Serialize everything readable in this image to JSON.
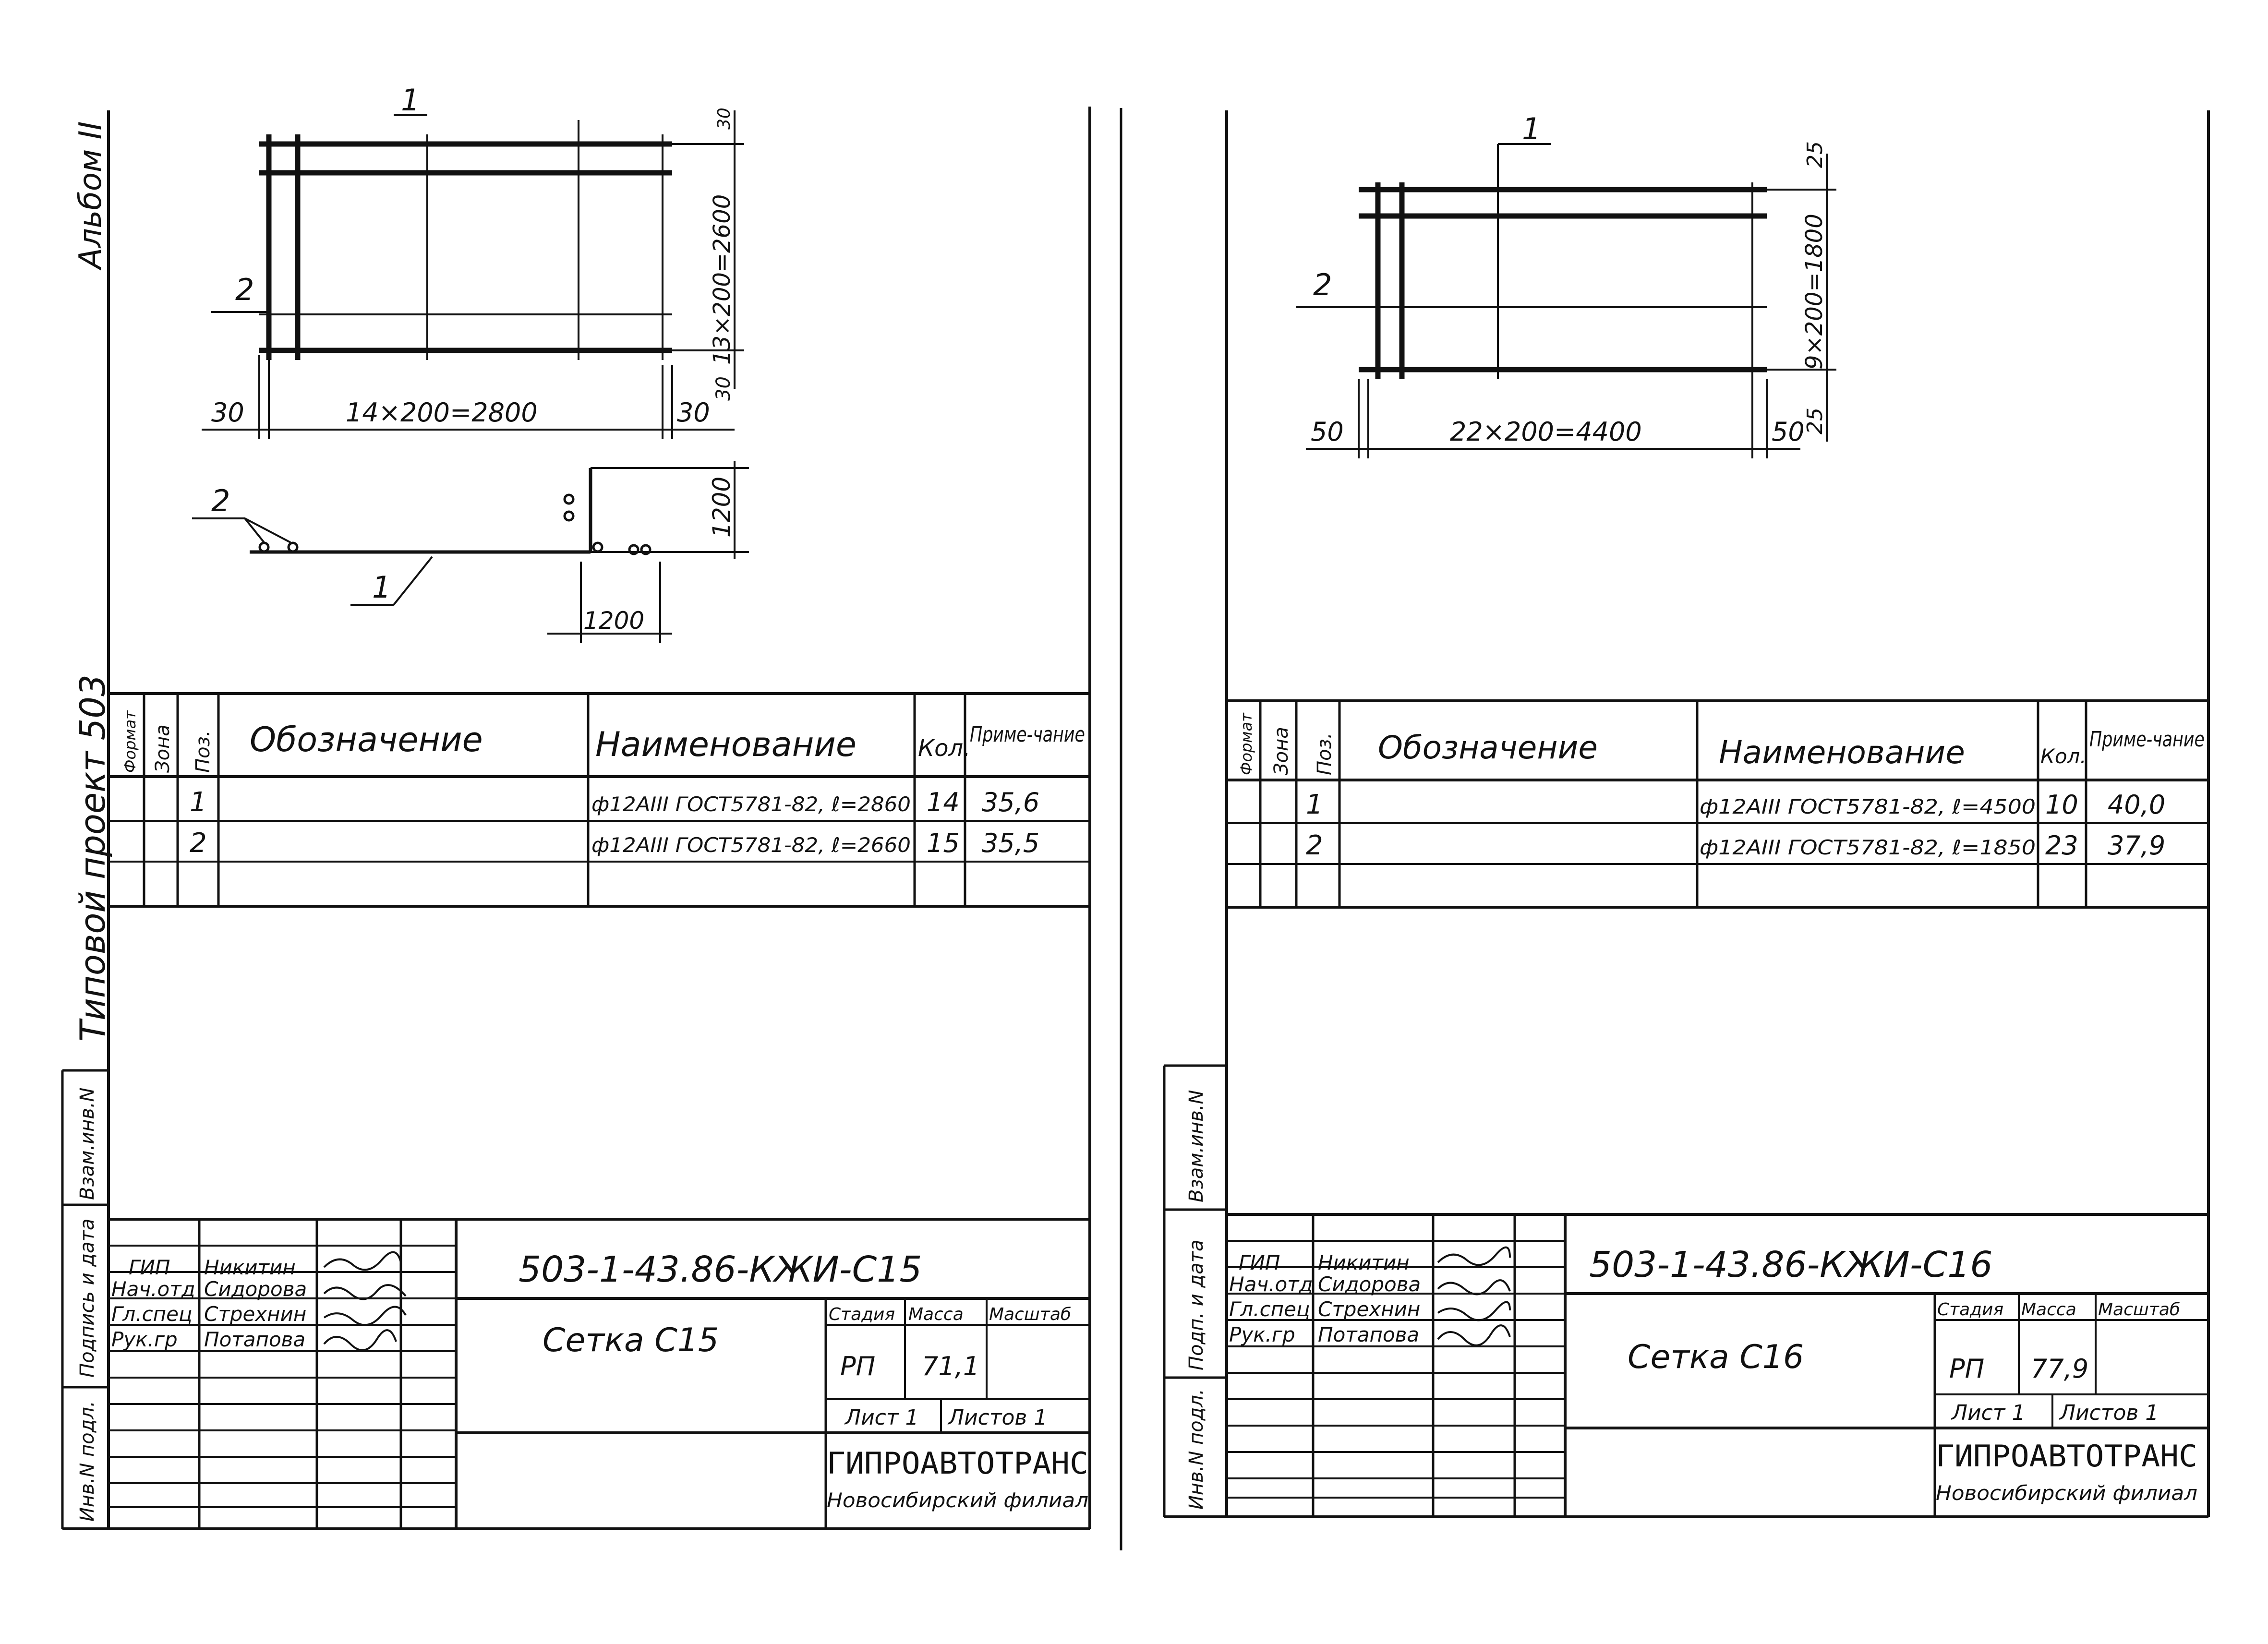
{
  "sheets": [
    {
      "side_album": "Альбом II",
      "side_project": "Типовой проект 503",
      "side_stamp": [
        "Инв.N подл.",
        "Подпись и дата",
        "Взам.инв.N"
      ],
      "plan_dims": {
        "left": "30",
        "span": "14×200=2800",
        "right": "30",
        "height": "13×200=2600",
        "top": "30",
        "bottom": "30"
      },
      "section_dims": {
        "height": "1200",
        "width": "1200"
      },
      "callouts": [
        "1",
        "2"
      ],
      "spec_headers": [
        "Формат",
        "Зона",
        "Поз.",
        "Обозначение",
        "Наименование",
        "Кол.",
        "Приме-чание"
      ],
      "spec_rows": [
        {
          "pos": "1",
          "name": "ф12AIII ГОСТ5781-82, ℓ=2860",
          "qty": "14",
          "note": "35,6"
        },
        {
          "pos": "2",
          "name": "ф12AIII ГОСТ5781-82, ℓ=2660",
          "qty": "15",
          "note": "35,5"
        }
      ],
      "signers": [
        {
          "role": "ГИП",
          "name": "Никитин"
        },
        {
          "role": "Нач.отд",
          "name": "Сидорова"
        },
        {
          "role": "Гл.спец",
          "name": "Стрехнин"
        },
        {
          "role": "Рук.гр",
          "name": "Потапова"
        }
      ],
      "doc_code": "503-1-43.86-КЖИ-С15",
      "title": "Сетка С15",
      "stage_label": "Стадия",
      "mass_label": "Масса",
      "scale_label": "Масштаб",
      "stage": "РП",
      "mass": "71,1",
      "sheet_label": "Лист 1",
      "sheets_label": "Листов 1",
      "org": "ГИПРОАВТОТРАНС",
      "branch": "Новосибирский филиал"
    },
    {
      "side_stamp": [
        "Инв.N подл.",
        "Подп. и дата",
        "Взам.инв.N"
      ],
      "plan_dims": {
        "left": "50",
        "span": "22×200=4400",
        "right": "50",
        "height": "9×200=1800",
        "top": "25",
        "bottom": "25"
      },
      "callouts": [
        "1",
        "2"
      ],
      "spec_headers": [
        "Формат",
        "Зона",
        "Поз.",
        "Обозначение",
        "Наименование",
        "Кол.",
        "Приме-чание"
      ],
      "spec_rows": [
        {
          "pos": "1",
          "name": "ф12AIII ГОСТ5781-82, ℓ=4500",
          "qty": "10",
          "note": "40,0"
        },
        {
          "pos": "2",
          "name": "ф12AIII ГОСТ5781-82, ℓ=1850",
          "qty": "23",
          "note": "37,9"
        }
      ],
      "signers": [
        {
          "role": "ГИП",
          "name": "Никитин"
        },
        {
          "role": "Нач.отд",
          "name": "Сидорова"
        },
        {
          "role": "Гл.спец",
          "name": "Стрехнин"
        },
        {
          "role": "Рук.гр",
          "name": "Потапова"
        }
      ],
      "doc_code": "503-1-43.86-КЖИ-С16",
      "title": "Сетка С16",
      "stage_label": "Стадия",
      "mass_label": "Масса",
      "scale_label": "Масштаб",
      "stage": "РП",
      "mass": "77,9",
      "sheet_label": "Лист 1",
      "sheets_label": "Листов 1",
      "org": "ГИПРОАВТОТРАНС",
      "branch": "Новосибирский филиал"
    }
  ]
}
